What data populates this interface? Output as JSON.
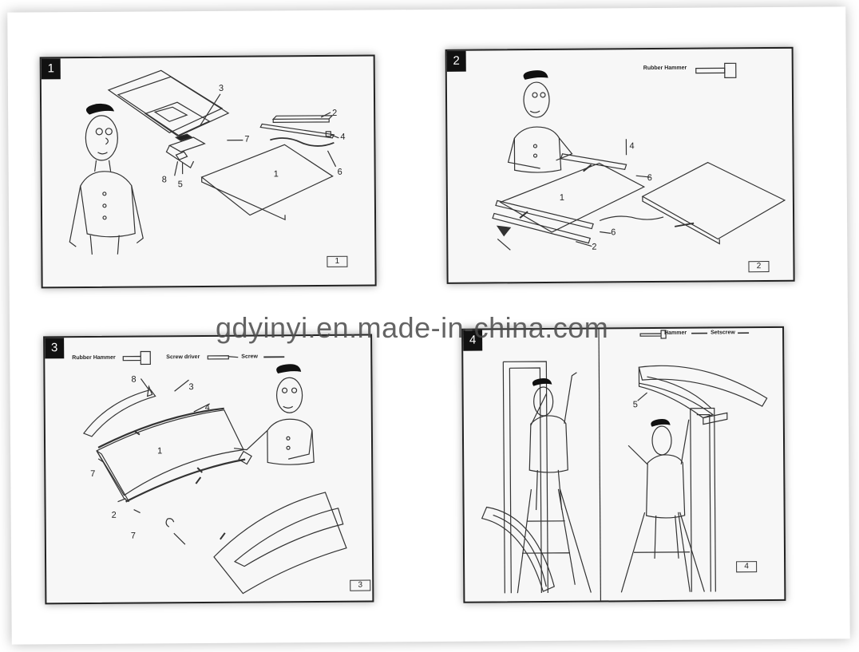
{
  "watermark": "gdyinyi.en.made-in-china.com",
  "panels": [
    {
      "step": "1",
      "corner": "1",
      "callouts": [
        "1",
        "2",
        "3",
        "4",
        "5",
        "6",
        "7",
        "8"
      ]
    },
    {
      "step": "2",
      "corner": "2",
      "tools": [
        "Rubber Hammer"
      ],
      "callouts": [
        "1",
        "2",
        "4",
        "6",
        "6"
      ]
    },
    {
      "step": "3",
      "corner": "3",
      "tools": [
        "Rubber Hammer",
        "Screw driver",
        "Screw"
      ],
      "callouts": [
        "1",
        "2",
        "3",
        "4",
        "7",
        "7",
        "8"
      ]
    },
    {
      "step": "4",
      "corner": "4",
      "tools": [
        "Hammer",
        "Setscrew"
      ],
      "callouts": [
        "5"
      ]
    }
  ]
}
